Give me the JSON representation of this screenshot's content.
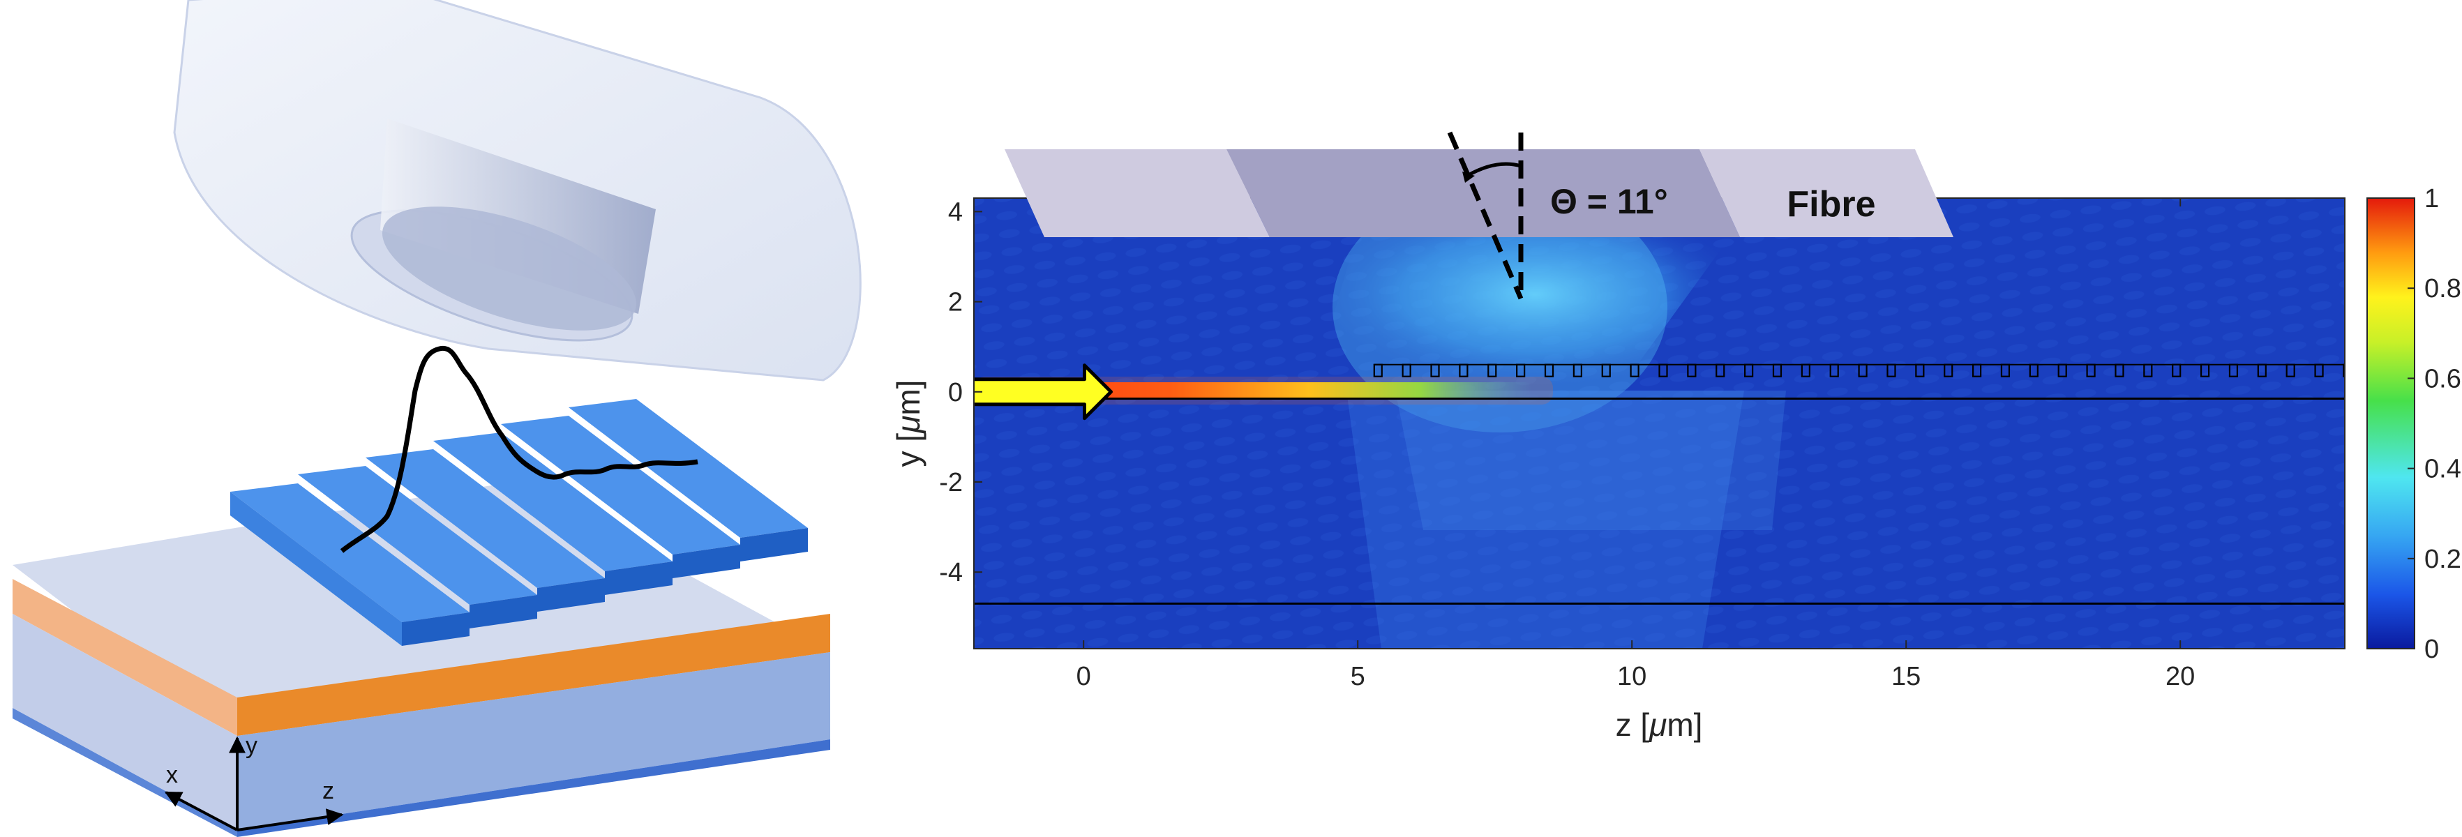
{
  "device": {
    "axes_labels": {
      "x": "x",
      "y": "y",
      "z": "z"
    }
  },
  "plot": {
    "xlabel_pre": "z [",
    "xlabel_mu": "μ",
    "xlabel_post": "m]",
    "ylabel_pre": "y [",
    "ylabel_mu": "μ",
    "ylabel_post": "m]",
    "xticks": [
      "0",
      "5",
      "10",
      "15",
      "20"
    ],
    "yticks": [
      "4",
      "2",
      "0",
      "-2",
      "-4"
    ],
    "colorbar_ticks": [
      "1",
      "0.8",
      "0.6",
      "0.4",
      "0.2",
      "0"
    ],
    "angle_label": "Θ = 11°",
    "fibre_label": "Fibre"
  },
  "chart_data": {
    "type": "heatmap",
    "xlabel": "z [μm]",
    "ylabel": "y [μm]",
    "xlim": [
      -2,
      23
    ],
    "ylim": [
      -5.7,
      4.3
    ],
    "xticks": [
      0,
      5,
      10,
      15,
      20
    ],
    "yticks": [
      4,
      2,
      0,
      -2,
      -4
    ],
    "colorbar": {
      "range": [
        0,
        1
      ],
      "ticks": [
        0,
        0.2,
        0.4,
        0.6,
        0.8,
        1
      ],
      "colormap": "jet"
    },
    "waveguide_lines_y": [
      -0.15,
      -4.7
    ],
    "grating_start_z": 5.3,
    "grating_end_z": 23,
    "grating_y": 0.45,
    "grating_period_um": 0.52,
    "fibre_angle_deg": 11,
    "input_arrow": {
      "from_z": -2,
      "to_z": 0.5,
      "y": 0
    }
  }
}
